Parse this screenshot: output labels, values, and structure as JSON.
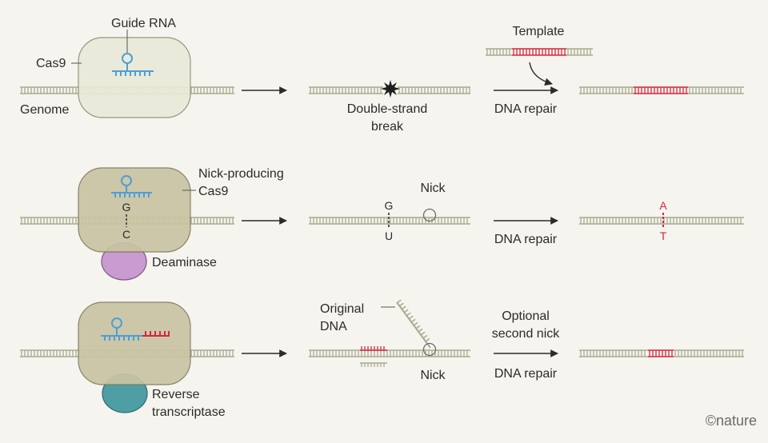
{
  "colors": {
    "dna": "#a8ab8e",
    "edit": "#d7263d",
    "rna": "#4d9fd6",
    "cas9_light": "#e9ead8",
    "cas9_dark": "#c9c4a2",
    "deaminase": "#c99bd0",
    "reverse_transcriptase": "#4e9ea6",
    "text": "#2b2b2b"
  },
  "row1": {
    "guide_rna": "Guide RNA",
    "cas9": "Cas9",
    "genome": "Genome",
    "break_line1": "Double-strand",
    "break_line2": "break",
    "template": "Template",
    "repair": "DNA repair"
  },
  "row2": {
    "nick_cas9_line1": "Nick-producing",
    "nick_cas9_line2": "Cas9",
    "base_g": "G",
    "base_c": "C",
    "deaminase": "Deaminase",
    "nick": "Nick",
    "base_g2": "G",
    "base_u": "U",
    "repair": "DNA repair",
    "base_a": "A",
    "base_t": "T"
  },
  "row3": {
    "original_line1": "Original",
    "original_line2": "DNA",
    "nick": "Nick",
    "optional_line1": "Optional",
    "optional_line2": "second nick",
    "repair": "DNA repair",
    "rt_line1": "Reverse",
    "rt_line2": "transcriptase"
  },
  "watermark": "©nature"
}
